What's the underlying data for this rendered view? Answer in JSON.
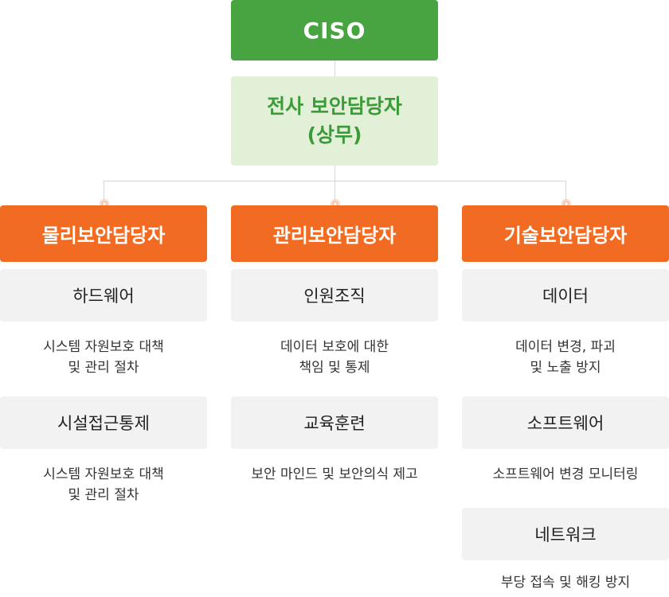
{
  "ciso": "CISO",
  "executive": {
    "line1": "전사 보안담당자",
    "line2": "(상무)"
  },
  "departments": [
    {
      "title": "물리보안담당자",
      "items": [
        {
          "name": "하드웨어",
          "desc_line1": "시스템 자원보호 대책",
          "desc_line2": "및 관리 절차"
        },
        {
          "name": "시설접근통제",
          "desc_line1": "시스템 자원보호 대책",
          "desc_line2": "및 관리 절차"
        }
      ]
    },
    {
      "title": "관리보안담당자",
      "items": [
        {
          "name": "인원조직",
          "desc_line1": "데이터 보호에 대한",
          "desc_line2": "책임 및 통제"
        },
        {
          "name": "교육훈련",
          "desc_line1": "보안 마인드 및 보안의식 제고",
          "desc_line2": ""
        }
      ]
    },
    {
      "title": "기술보안담당자",
      "items": [
        {
          "name": "데이터",
          "desc_line1": "데이터 변경, 파괴",
          "desc_line2": "및 노출 방지"
        },
        {
          "name": "소프트웨어",
          "desc_line1": "소프트웨어 변경 모니터링",
          "desc_line2": ""
        },
        {
          "name": "네트워크",
          "desc_line1": "부당 접속 및 해킹 방지",
          "desc_line2": ""
        }
      ]
    }
  ],
  "colors": {
    "ciso": "#47a440",
    "executive_bg": "#e1f0d7",
    "executive_text": "#3c9a38",
    "department": "#f16b22",
    "item_bg": "#f2f2f2",
    "connector": "#d6d6d6"
  }
}
